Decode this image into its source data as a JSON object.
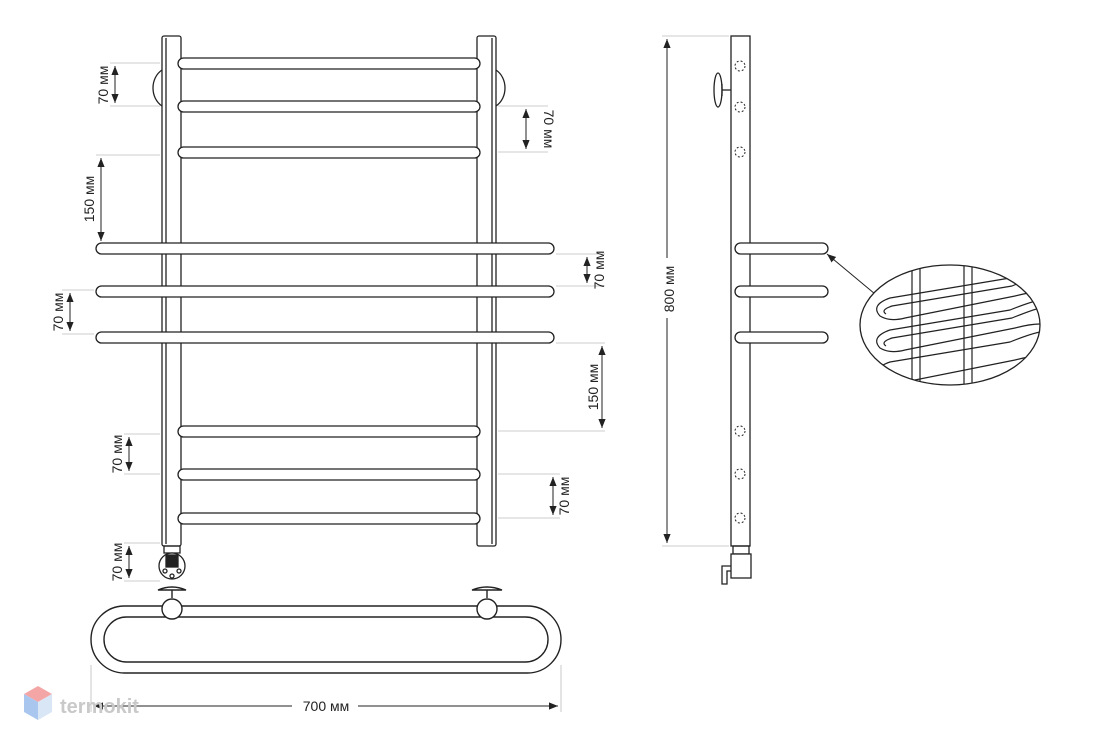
{
  "brand": {
    "logo_text": "termokit",
    "logo_colors": {
      "top": "#f4a6a6",
      "left": "#a9c7ee",
      "right": "#d8e6f6"
    }
  },
  "colors": {
    "line": "#222222",
    "extension_line": "#bbbbbb",
    "text": "#222222",
    "logo_text": "#c9c9c9"
  },
  "front_view": {
    "dimensions": {
      "top_rung_spacing": "70 мм",
      "top_rung_spacing_right": "70 мм",
      "gap_to_shelf": "150 мм",
      "shelf_spacing_right": "70 мм",
      "shelf_spacing_left": "70 мм",
      "gap_to_lower_rungs": "150 мм",
      "lower_rung_spacing": "70 мм",
      "lower_rung_spacing_right": "70 мм",
      "connector_offset": "70 мм"
    }
  },
  "top_view": {
    "width_label": "700 мм"
  },
  "side_view": {
    "height_label": "800 мм"
  },
  "detail": {
    "icon": "bent-tube-detail-icon"
  }
}
